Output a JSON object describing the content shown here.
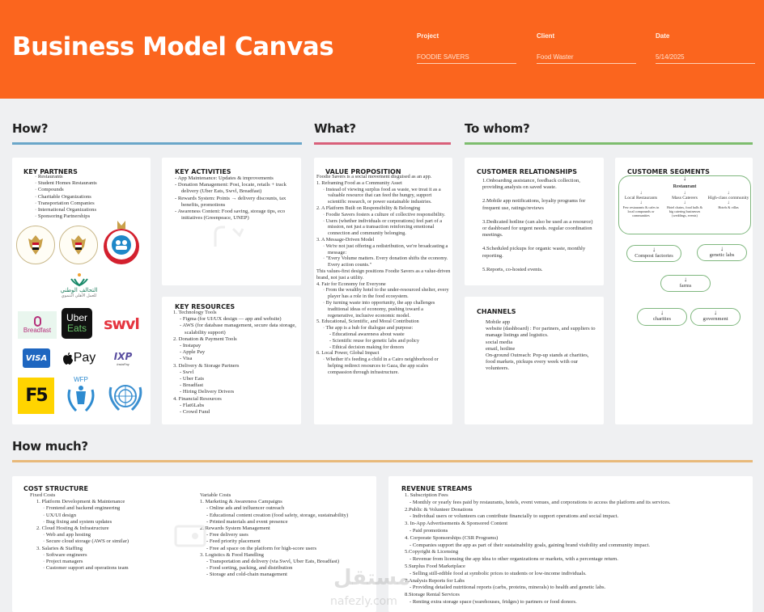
{
  "header": {
    "title": "Business Model Canvas",
    "project": {
      "label": "Project",
      "value": "FOODIE SAVERS"
    },
    "client": {
      "label": "Client",
      "value": "Food Waster"
    },
    "date": {
      "label": "Date",
      "value": "5/14/2025"
    }
  },
  "sections": {
    "how": {
      "title": "How?",
      "color": "#6aa6c9"
    },
    "what": {
      "title": "What?",
      "color": "#d9607a"
    },
    "to_whom": {
      "title": "To whom?",
      "color": "#7dbd6e"
    },
    "how_much": {
      "title": "How much?",
      "color": "#e8b97a"
    }
  },
  "key_partners": {
    "title": "KEY PARTNERS",
    "items": [
      "Restaurants",
      "Student Homes Restaurants",
      "Compounds",
      "Charitable Organizations",
      "Transportation Companies",
      "International Organizations",
      "Sponsoring Partnerships"
    ],
    "logos": {
      "arabic_org": "التحالف الوطني",
      "arabic_sub": "للعمل الأهلي التنموي",
      "breadfast": "Breadfast",
      "uber_eats_1": "Uber",
      "uber_eats_2": "Eats",
      "swvl": "swvl",
      "visa": "VISA",
      "apple_pay": "Pay",
      "instapay": "IXP",
      "instapay_sub": "InstaPay",
      "f5": "F5",
      "wfp": "WFP"
    }
  },
  "key_activities": {
    "title": "KEY ACTIVITIES",
    "items": [
      "App Maintenance: Updates & improvements",
      "Donation Management: Post, locate, retails + track delivery (Uber Eats, Swvl, Breadfast)",
      "Rewards System: Points → delivery discounts, tax benefits, promotions",
      "Awareness Content: Food saving, storage tips, eco initiatives (Greenpeace, UNEP)"
    ]
  },
  "key_resources": {
    "title": "KEY RESOURCES",
    "lines": [
      {
        "level": 0,
        "text": "1. Technology Tools"
      },
      {
        "level": 1,
        "text": "- Figma (for UI/UX design — app and website)"
      },
      {
        "level": 1,
        "text": "- AWS (for database management, secure data storage, scalability support)"
      },
      {
        "level": 0,
        "text": "2. Donation & Payment Tools"
      },
      {
        "level": 1,
        "text": "- Instapay"
      },
      {
        "level": 1,
        "text": "- Apple Pay"
      },
      {
        "level": 1,
        "text": "- Visa"
      },
      {
        "level": 0,
        "text": "3. Delivery & Storage Partners"
      },
      {
        "level": 1,
        "text": "- Swvl"
      },
      {
        "level": 1,
        "text": "- Uber Eats"
      },
      {
        "level": 1,
        "text": "- Breadfast"
      },
      {
        "level": 1,
        "text": "- Hiring Delivery Drivers"
      },
      {
        "level": 0,
        "text": "4. Financial Resources"
      },
      {
        "level": 1,
        "text": "- Flat6Labs"
      },
      {
        "level": 1,
        "text": "- Crowd Fund"
      }
    ]
  },
  "value_proposition": {
    "title": "VALUE PROPOSITION",
    "lines": [
      {
        "level": 0,
        "text": "Foodie Savers is a social movement disguised as an app."
      },
      {
        "level": 0,
        "text": "1. Reframing Food as a Community Asset"
      },
      {
        "level": 1,
        "text": "· Instead of viewing surplus food as waste, we treat it as a valuable resource that can feed the hungry, support scientific research, or power sustainable industries."
      },
      {
        "level": 0,
        "text": "2. A Platform Built on Responsibility & Belonging"
      },
      {
        "level": 1,
        "text": "· Foodie Savers fosters a culture of collective responsibility."
      },
      {
        "level": 1,
        "text": "· Users (whether individuals or corporations) feel part of a mission, not just a transaction reinforcing emotional connection and community belonging."
      },
      {
        "level": 0,
        "text": "3. A Message-Driven Model"
      },
      {
        "level": 1,
        "text": "· We're not just offering a redistribution, we're broadcasting a message:"
      },
      {
        "level": 1,
        "text": "· \"Every Volume matters. Every donation shifts the economy. Every action counts.\""
      },
      {
        "level": 0,
        "text": "This values-first design positions Foodie Savers as a value-driven brand, not just a utility."
      },
      {
        "level": 0,
        "text": "4. Fair for Economy for Everyone"
      },
      {
        "level": 1,
        "text": "· From the wealthy hotel to the under-resourced shelter, every player has a role in the food ecosystem."
      },
      {
        "level": 1,
        "text": "· By turning waste into opportunity, the app challenges traditional ideas of economy, pushing toward a regenerative, inclusive economic model."
      },
      {
        "level": 0,
        "text": "5. Educational, Scientific, and Moral Contribution"
      },
      {
        "level": 1,
        "text": "· The app is a hub for dialogue and purpose:"
      },
      {
        "level": 2,
        "text": "- Educational awareness about waste"
      },
      {
        "level": 2,
        "text": "- Scientific reuse for genetic labs and policy"
      },
      {
        "level": 2,
        "text": "- Ethical decision making for donors"
      },
      {
        "level": 0,
        "text": "6. Local Power, Global Impact"
      },
      {
        "level": 1,
        "text": "· Whether it's feeding a child in a Cairo neighborhood or helping redirect resources to Gaza, the app scales compassion through infrastructure."
      }
    ]
  },
  "customer_relationships": {
    "title": "CUSTOMER RELATIONSHIPS",
    "items": [
      "1.Onboarding assistance, feedback collection, providing analysis on saved waste.",
      "2.Mobile app notifications, loyalty programs for frequent use, ratings/reviews",
      "3.Dedicated hotline (can also be used as a resource) or dashboard for urgent needs. regular coordination meetings.",
      "4.Scheduled pickups for organic waste, monthly reporting.",
      "5.Reports, co-hosted events."
    ]
  },
  "channels": {
    "title": "CHANNELS",
    "items": [
      "Mobile app",
      "website (dashboard) : For partners, and suppliers to manage listings and logistics.",
      "social media",
      "email, hotline",
      "On-ground Outreach: Pop-up stands at charities, food markets, pickups every week with our volunteers."
    ]
  },
  "customer_segments": {
    "title": "CUSTOMER SEGMENTS",
    "root": "Restaurant",
    "branches": [
      {
        "name": "Local Restaurants",
        "note": "Few restaurants & cafes in local compounds or communities"
      },
      {
        "name": "Mass Caterers",
        "note": "Hotel chains, food halls & big catering businesses (weddings, events)"
      },
      {
        "name": "High-class community",
        "note": "Hotels & villas"
      }
    ],
    "nodes": [
      "Compost factories",
      "genetic labs",
      "farms",
      "charities",
      "government"
    ]
  },
  "cost_structure": {
    "title": "COST STRUCTURE",
    "fixed": [
      {
        "level": 0,
        "text": "Fixed Costs"
      },
      {
        "level": 1,
        "text": "1. Platform Development & Maintenance"
      },
      {
        "level": 2,
        "text": "· Frontend and backend engineering"
      },
      {
        "level": 2,
        "text": "· UX/UI design"
      },
      {
        "level": 2,
        "text": "· Bug fixing and system updates"
      },
      {
        "level": 1,
        "text": "2. Cloud Hosting & Infrastructure"
      },
      {
        "level": 2,
        "text": "· Web and app hosting"
      },
      {
        "level": 2,
        "text": "· Secure cloud storage (AWS or similar)"
      },
      {
        "level": 1,
        "text": "3. Salaries & Staffing"
      },
      {
        "level": 2,
        "text": "· Software engineers"
      },
      {
        "level": 2,
        "text": "· Project managers"
      },
      {
        "level": 2,
        "text": "· Customer support and operations team"
      }
    ],
    "variable": [
      {
        "level": 0,
        "text": "Variable Costs"
      },
      {
        "level": 0,
        "text": "1. Marketing & Awareness Campaigns"
      },
      {
        "level": 1,
        "text": "- Online ads and influencer outreach"
      },
      {
        "level": 1,
        "text": "- Educational content creation (food safety, storage, sustainability)"
      },
      {
        "level": 1,
        "text": "- Printed materials and event presence"
      },
      {
        "level": 0,
        "text": "2. Rewards System Management"
      },
      {
        "level": 1,
        "text": "- Free delivery uses"
      },
      {
        "level": 1,
        "text": "- Feed priority placement"
      },
      {
        "level": 1,
        "text": "- Free ad space on the platform for high-score users"
      },
      {
        "level": 0,
        "text": "3. Logistics & Food Handling"
      },
      {
        "level": 1,
        "text": "- Transportation and delivery (via Swvl, Uber Eats, Breadfast)"
      },
      {
        "level": 1,
        "text": "- Food sorting, packing, and distribution"
      },
      {
        "level": 1,
        "text": "- Storage and cold-chain management"
      }
    ]
  },
  "revenue_streams": {
    "title": "REVENUE STREAMS",
    "lines": [
      "1. Subscription Fees",
      "- Monthly or yearly fees paid by restaurants, hotels, event venues, and corporations to access the platform and its services.",
      "2.Public & Volunteer Donations",
      "- Individual users or volunteers can contribute financially to support operations and social impact.",
      "3. In-App Advertisements & Sponsored Content",
      "- Paid promotions",
      "4. Corporate Sponsorships (CSR Programs)",
      "- Companies support the app as part of their sustainability goals, gaining brand visibility and community impact.",
      "5.Copyright & Licensing",
      "- Revenue from licensing the app idea to other organizations or markets, with a percentage return.",
      "5.Surplus Food Marketplace",
      "- Selling still-edible food at symbolic prices to students or low-income individuals.",
      "7.Analysis Reports for Labs",
      "- Providing detailed nutritional reports (carbs, proteins, minerals) to health and genetic labs.",
      "8.Storage Rental Services",
      "- Renting extra storage space (warehouses, fridges) to partners or food donors."
    ]
  },
  "watermark": {
    "arabic": "مستقل",
    "latin": "nafezly.com"
  }
}
